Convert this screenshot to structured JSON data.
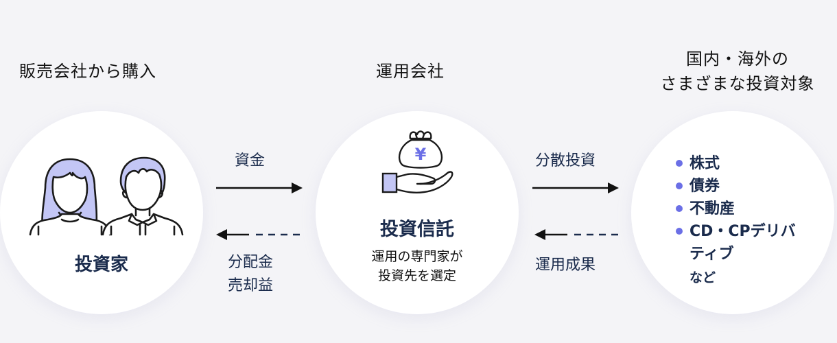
{
  "columns": {
    "left_title": "販売会社から購入",
    "middle_title": "運用会社",
    "right_title_line1": "国内・海外の",
    "right_title_line2": "さまざまな投資対象"
  },
  "investor": {
    "label": "投資家",
    "icon": "investors-couple-icon"
  },
  "fund": {
    "label": "投資信託",
    "desc_line1": "運用の専門家が",
    "desc_line2": "投資先を選定",
    "icon": "hand-holding-yen-bag-icon",
    "yen_symbol": "¥"
  },
  "flows": {
    "investor_to_fund": "資金",
    "fund_to_investor_line1": "分配金",
    "fund_to_investor_line2": "売却益",
    "fund_to_assets": "分散投資",
    "assets_to_fund": "運用成果"
  },
  "assets": {
    "items": [
      "株式",
      "債券",
      "不動産",
      "CD・CPデリバ"
    ],
    "item4_wrap": "ティブ",
    "footer": "など"
  },
  "colors": {
    "background": "#f4f4f7",
    "circle": "#ffffff",
    "navy_text": "#1a2b4c",
    "accent_lavender": "#c3c6f5",
    "accent_blue": "#6b6fe6"
  }
}
